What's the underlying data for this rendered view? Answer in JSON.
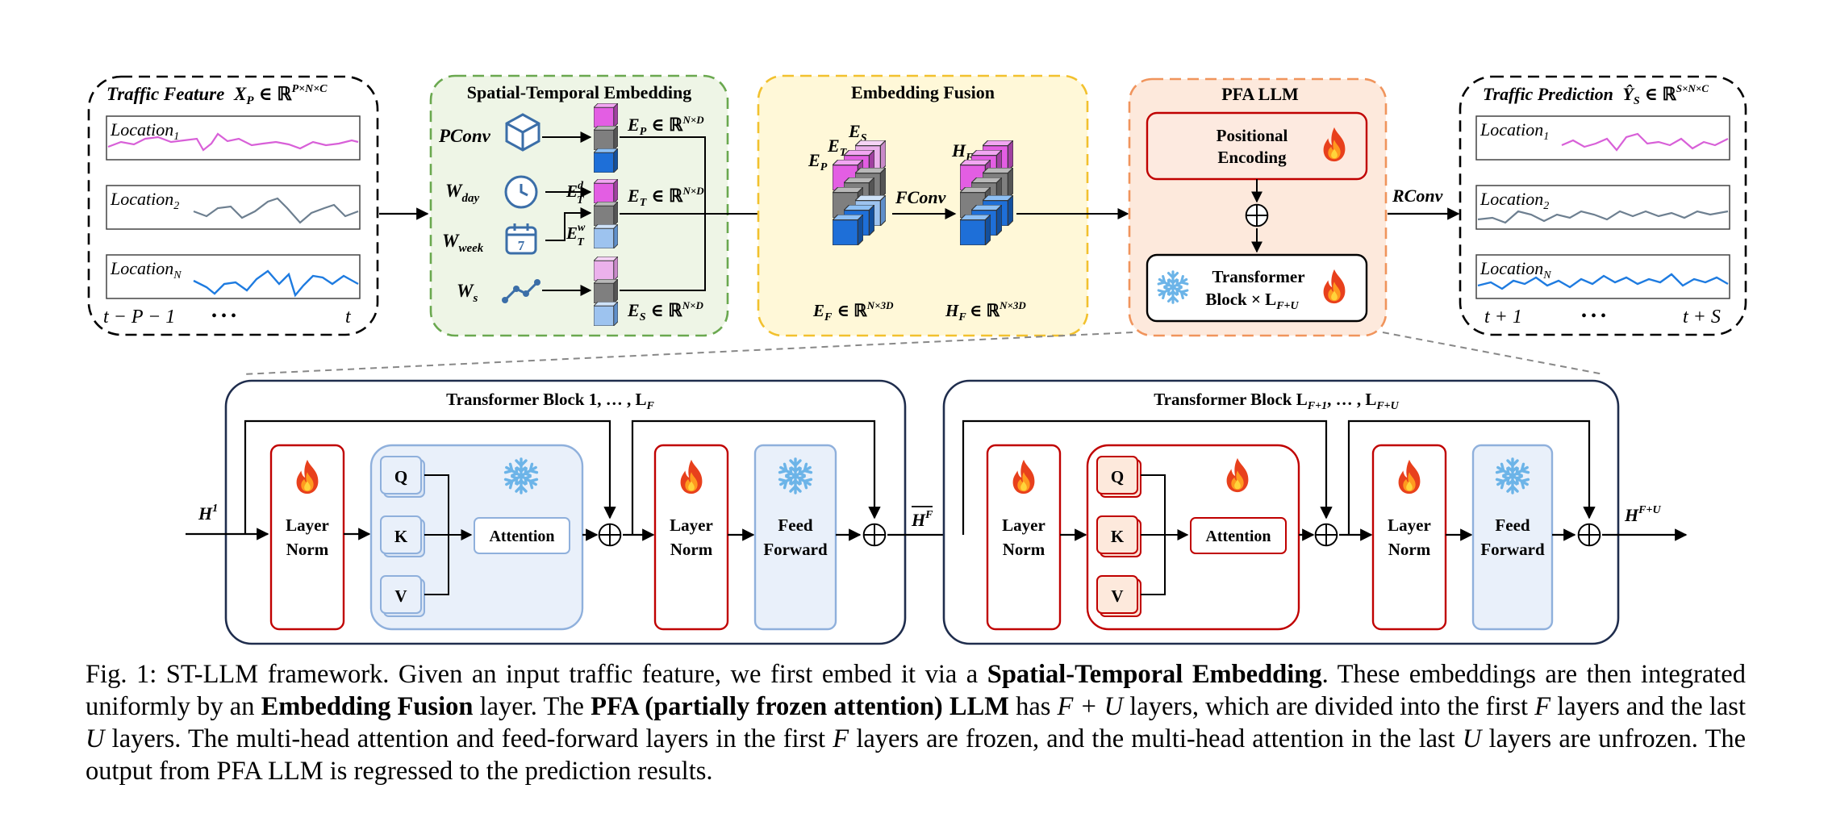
{
  "traffic_feature": {
    "title": "Traffic Feature X_P ∈ ℝ^{P×N×C}",
    "title_main": "Traffic Feature",
    "title_sym": "X",
    "title_sub": "P",
    "title_set": "∈ ℝ",
    "title_sup": "P×N×C",
    "locations": [
      {
        "name": "Location",
        "sub": "1"
      },
      {
        "name": "Location",
        "sub": "2"
      },
      {
        "name": "Location",
        "sub": "N"
      }
    ],
    "time_start": "t − P − 1",
    "ellipsis": "• • •",
    "time_end": "t"
  },
  "st_embedding": {
    "title": "Spatial-Temporal Embedding",
    "pconv": "PConv",
    "w_day": "W",
    "w_day_sub": "day",
    "w_week": "W",
    "w_week_sub": "week",
    "w_s": "W",
    "w_s_sub": "s",
    "e_t_d": "E",
    "e_t_d_sup": "d",
    "e_t_d_sub": "T",
    "e_t_w": "E",
    "e_t_w_sup": "w",
    "e_t_w_sub": "T",
    "calendar_day": "7",
    "e_p": "E",
    "e_p_sub": "P",
    "e_p_set": "∈ ℝ",
    "e_p_sup": "N×D",
    "e_t": "E",
    "e_t_sub": "T",
    "e_t_set": "∈ ℝ",
    "e_t_sup": "N×D",
    "e_s": "E",
    "e_s_sub": "S",
    "e_s_set": "∈ ℝ",
    "e_s_sup": "N×D"
  },
  "concat_symbol": "||",
  "embedding_fusion": {
    "title": "Embedding Fusion",
    "ep": "E",
    "ep_sub": "P",
    "et": "E",
    "et_sub": "T",
    "es": "E",
    "es_sub": "S",
    "fconv": "FConv",
    "hf": "H",
    "hf_sub": "F",
    "ef_dim": "E",
    "ef_dim_sub": "F",
    "ef_dim_set": "∈ ℝ",
    "ef_dim_sup": "N×3D",
    "hf_dim": "H",
    "hf_dim_sub": "F",
    "hf_dim_set": "∈ ℝ",
    "hf_dim_sup": "N×3D"
  },
  "pfa_llm": {
    "title": "PFA LLM",
    "positional_line1": "Positional",
    "positional_line2": "Encoding",
    "transformer_line1": "Transformer",
    "transformer_line2": "Block × L",
    "transformer_sub": "F+U"
  },
  "rconv": "RConv",
  "traffic_prediction": {
    "title_main": "Traffic Prediction",
    "title_sym": "Ŷ",
    "title_sub": "S",
    "title_set": "∈ ℝ",
    "title_sup": "S×N×C",
    "locations": [
      {
        "name": "Location",
        "sub": "1"
      },
      {
        "name": "Location",
        "sub": "2"
      },
      {
        "name": "Location",
        "sub": "N"
      }
    ],
    "time_start": "t + 1",
    "ellipsis": "• • •",
    "time_end": "t + S"
  },
  "block_frozen": {
    "title": "Transformer Block 1, … , L",
    "title_sub": "F",
    "input": "H",
    "input_sup": "1",
    "layer_norm": [
      "Layer",
      "Norm"
    ],
    "q": "Q",
    "k": "K",
    "v": "V",
    "attention": "Attention",
    "feed_forward": [
      "Feed",
      "Forward"
    ]
  },
  "mid_label": "H",
  "mid_label_sup": "F",
  "block_unfrozen": {
    "title": "Transformer Block L",
    "title_sub1": "F+1",
    "title_mid": ", … , L",
    "title_sub2": "F+U",
    "output": "H",
    "output_sup": "F+U",
    "layer_norm": [
      "Layer",
      "Norm"
    ],
    "q": "Q",
    "k": "K",
    "v": "V",
    "attention": "Attention",
    "feed_forward": [
      "Feed",
      "Forward"
    ]
  },
  "caption": {
    "p1": "Fig. 1: ST-LLM framework. Given an input traffic feature, we first embed it via a ",
    "b1": "Spatial-Temporal Embedding",
    "p2": ". These embeddings are then integrated uniformly by an ",
    "b2": "Embedding Fusion",
    "p3": " layer. The ",
    "b3": "PFA (partially frozen attention) LLM",
    "p4": " has ",
    "i1": "F + U",
    "p5": " layers, which are divided into the first ",
    "i2": "F",
    "p6": " layers and the last ",
    "i3": "U",
    "p7": " layers. The multi-head attention and feed-forward layers in the first ",
    "i4": "F",
    "p8": " layers are frozen, and the multi-head attention in the last ",
    "i5": "U",
    "p9": " layers are unfrozen. The output from PFA LLM is regressed to the prediction results."
  },
  "colors": {
    "green_bg": "#eef5e6",
    "green_border": "#6aa84f",
    "yellow_bg": "#fff8d8",
    "yellow_border": "#f2c12e",
    "orange_bg": "#fde9dc",
    "orange_border": "#f0945c",
    "red": "#c00000",
    "navy": "#1f2d4d",
    "blue_light_bg": "#e9f0fa",
    "blue_light_border": "#8fb0dc",
    "magenta": "#d860d8",
    "blue_series": "#1e7be0",
    "gray_series": "#6d7f90",
    "cube_pink": "#e35ee3",
    "cube_gray": "#7f7f7f",
    "cube_blue": "#1e6fd8"
  },
  "icons": [
    "cube-icon",
    "clock-icon",
    "calendar-icon",
    "line-graph-icon",
    "fire-icon",
    "snowflake-icon",
    "plus-circle-icon"
  ]
}
